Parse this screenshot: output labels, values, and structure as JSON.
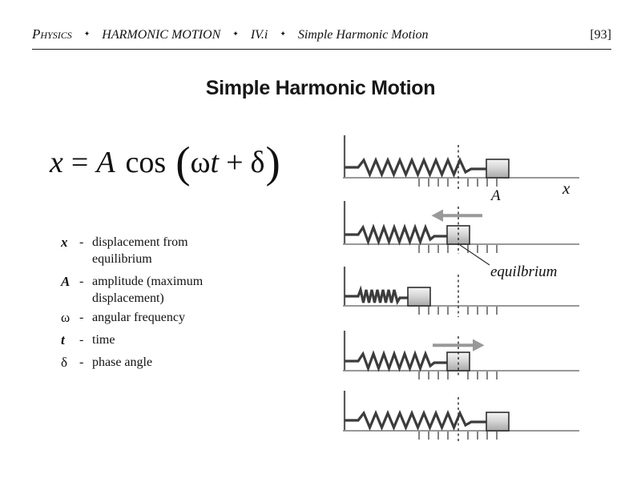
{
  "header": {
    "subject": "Physics",
    "separator": "✦",
    "chapter": "HARMONIC MOTION",
    "section": "IV.i",
    "topic": "Simple Harmonic Motion",
    "page_number": "[93]"
  },
  "title": "Simple Harmonic Motion",
  "equation": {
    "lhs": "x",
    "equals": "=",
    "amplitude": "A",
    "function": "cos",
    "lparen": "(",
    "omega": "ω",
    "time": "t",
    "plus": "+",
    "delta": "δ",
    "rparen": ")"
  },
  "definitions": {
    "dash": "-",
    "items": [
      {
        "symbol": "x",
        "text": "displacement from equilibrium"
      },
      {
        "symbol": "A",
        "text": "amplitude (maximum displacement)"
      },
      {
        "symbol": "ω",
        "text": "angular frequency"
      },
      {
        "symbol": "t",
        "text": "time"
      },
      {
        "symbol": "δ",
        "text": "phase angle"
      }
    ]
  },
  "diagram": {
    "labels": {
      "amplitude": "A",
      "axis": "x",
      "equilibrium": "equilbrium"
    }
  },
  "colors": {
    "spring": "#3c3c3c",
    "arrow": "#999999",
    "block_border": "#2e2e2e",
    "floor": "#8a8a8a",
    "rule": "#1a1a1a"
  }
}
